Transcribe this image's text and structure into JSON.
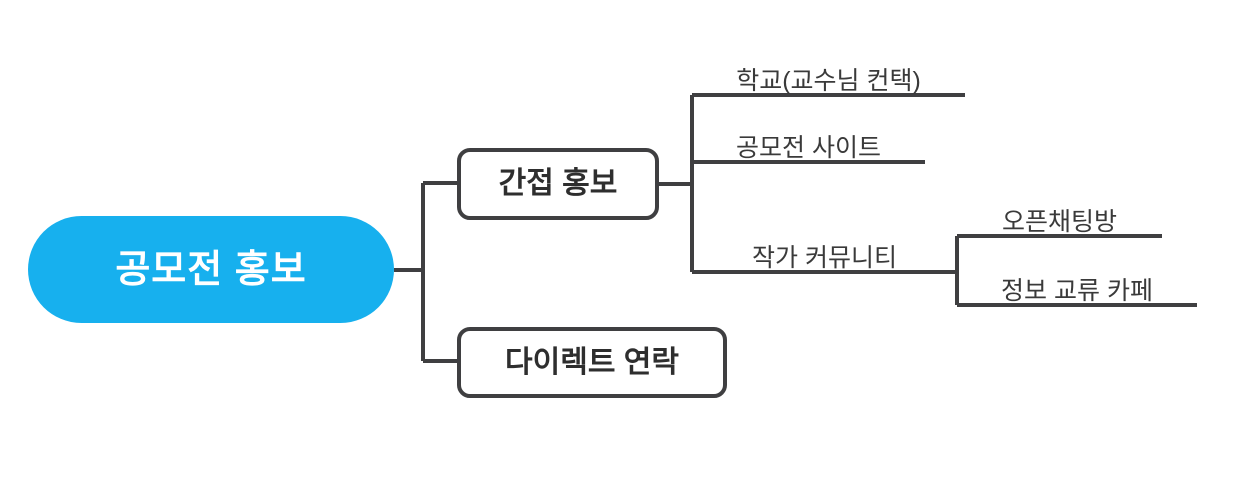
{
  "diagram": {
    "type": "mindmap",
    "title": "공모전 홍보",
    "colors": {
      "root_fill": "#17b0ee",
      "root_text": "#ffffff",
      "box_border": "#3f3f41",
      "box_text": "#2e2e2e",
      "leaf_text": "#3a3a3a",
      "connector": "#3f3f41",
      "background": "#ffffff"
    },
    "root": {
      "label": "공모전 홍보",
      "shape": "pill"
    },
    "branches": [
      {
        "label": "간접 홍보",
        "shape": "rounded-rect",
        "children": [
          {
            "label": "학교(교수님 컨택)",
            "shape": "underline",
            "children": []
          },
          {
            "label": "공모전 사이트",
            "shape": "underline",
            "children": []
          },
          {
            "label": "작가 커뮤니티",
            "shape": "underline",
            "children": [
              {
                "label": "오픈채팅방",
                "shape": "underline"
              },
              {
                "label": "정보 교류 카페",
                "shape": "underline"
              }
            ]
          }
        ]
      },
      {
        "label": "다이렉트 연락",
        "shape": "rounded-rect",
        "children": []
      }
    ]
  }
}
